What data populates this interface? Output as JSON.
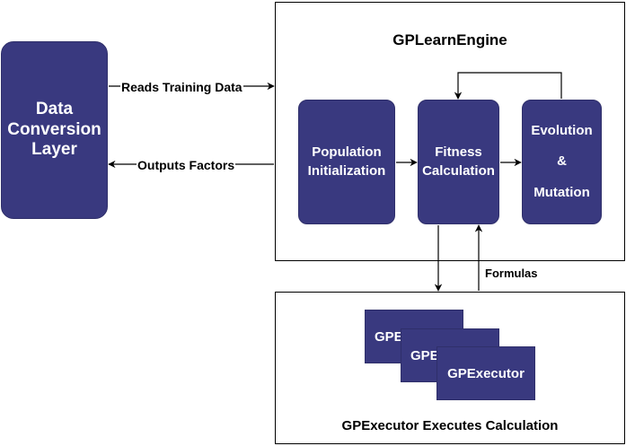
{
  "colors": {
    "node_fill": "#39397f",
    "node_text": "#ffffff",
    "line": "#000000",
    "background": "#ffffff"
  },
  "left_block": {
    "label": "Data\nConversion\nLayer"
  },
  "engine": {
    "title": "GPLearnEngine",
    "population": "Population\nInitialization",
    "fitness": "Fitness\nCalculation",
    "evolution": "Evolution\n&\nMutation"
  },
  "executor_panel": {
    "cards": [
      "GPE",
      "GPE",
      "GPExecutor"
    ],
    "caption": "GPExecutor Executes Calculation"
  },
  "edges": {
    "reads": "Reads Training Data",
    "outputs": "Outputs Factors",
    "formulas": "Formulas"
  }
}
